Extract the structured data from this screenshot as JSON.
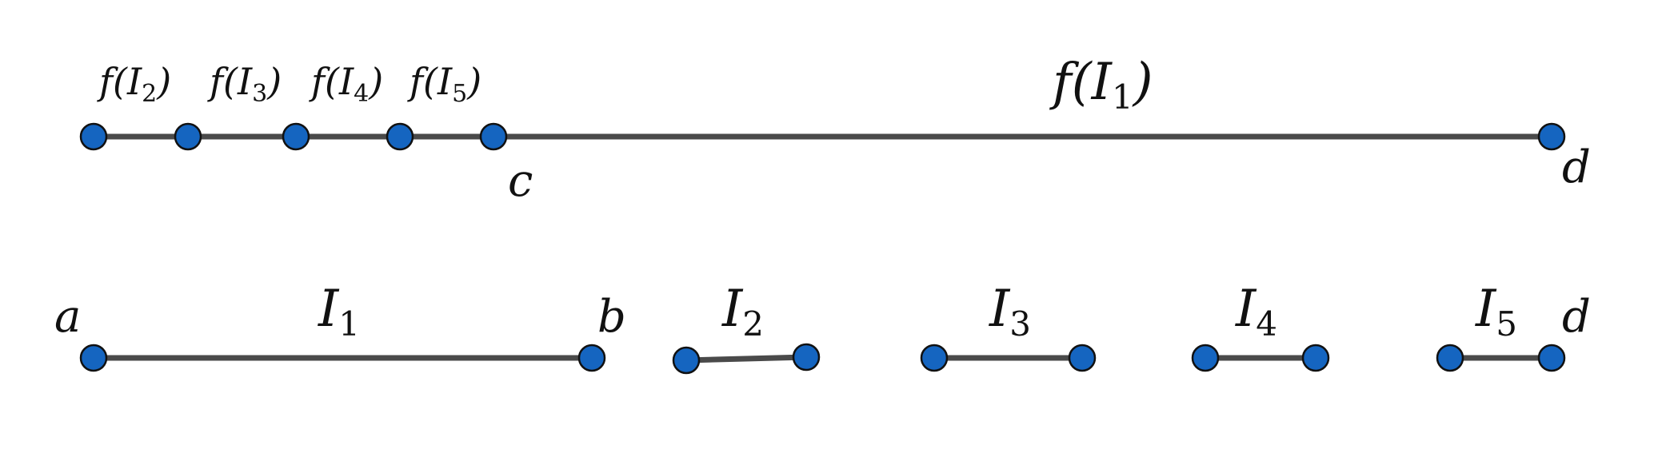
{
  "colors": {
    "line": "#4a4a4a",
    "point_fill": "#1565c0",
    "point_stroke": "#111111",
    "text": "#111111"
  },
  "top_row": {
    "labels": [
      {
        "fn": "f(I",
        "sub": "2",
        "close": ")"
      },
      {
        "fn": "f(I",
        "sub": "3",
        "close": ")"
      },
      {
        "fn": "f(I",
        "sub": "4",
        "close": ")"
      },
      {
        "fn": "f(I",
        "sub": "5",
        "close": ")"
      },
      {
        "fn": "f(I",
        "sub": "1",
        "close": ")"
      }
    ],
    "endpoint_labels": [
      "c",
      "d"
    ]
  },
  "bottom_row": {
    "intervals": [
      {
        "name": "I",
        "sub": "1"
      },
      {
        "name": "I",
        "sub": "2"
      },
      {
        "name": "I",
        "sub": "3"
      },
      {
        "name": "I",
        "sub": "4"
      },
      {
        "name": "I",
        "sub": "5"
      }
    ],
    "endpoint_labels": [
      "a",
      "b",
      "d"
    ]
  }
}
